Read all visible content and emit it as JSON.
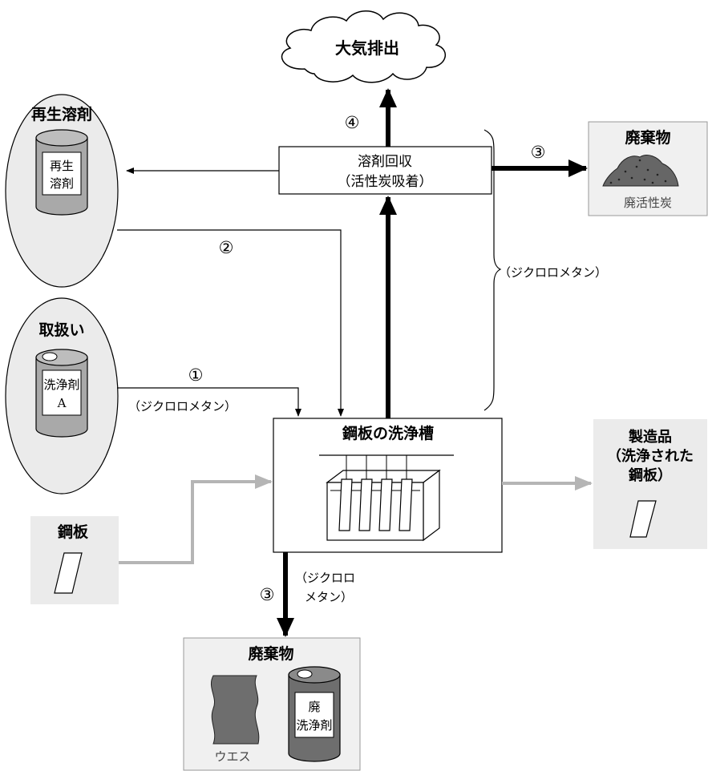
{
  "nodes": {
    "air_emission": "大気排出",
    "solvent_recovery_line1": "溶剤回収",
    "solvent_recovery_line2": "（活性炭吸着）",
    "recycled_solvent_title": "再生溶剤",
    "recycled_drum_line1": "再生",
    "recycled_drum_line2": "溶剤",
    "handling_title": "取扱い",
    "detergent_drum_line1": "洗浄剤",
    "detergent_drum_line2": "A",
    "waste_top_title": "廃棄物",
    "waste_top_caption": "廃活性炭",
    "washing_tank_title": "鋼板の洗浄槽",
    "product_line1": "製造品",
    "product_line2": "（洗浄された",
    "product_line3": "鋼板）",
    "steel_plate_title": "鋼板",
    "waste_bottom_title": "廃棄物",
    "rag_caption": "ウエス",
    "waste_drum_line1": "廃",
    "waste_drum_line2": "洗浄剤"
  },
  "labels": {
    "marker_1": "①",
    "marker_2": "②",
    "marker_3_right": "③",
    "marker_3_bottom": "③",
    "marker_4": "④",
    "dcm_input": "（ジクロロメタン）",
    "dcm_bracket": "（ジクロロメタン）",
    "dcm_bottom_line1": "（ジクロロ",
    "dcm_bottom_line2": "メタン）"
  }
}
